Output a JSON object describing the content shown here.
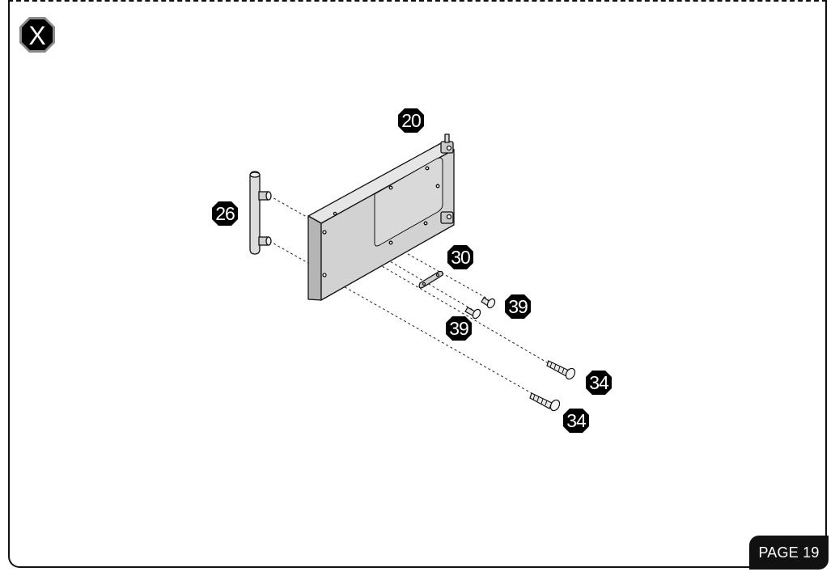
{
  "step": {
    "letter": "X"
  },
  "page": {
    "label": "PAGE 19"
  },
  "parts": [
    {
      "id": "door-panel",
      "callout": "20"
    },
    {
      "id": "handle",
      "callout": "26"
    },
    {
      "id": "plate",
      "callout": "30"
    },
    {
      "id": "short-screw-upper",
      "callout": "39"
    },
    {
      "id": "short-screw-lower",
      "callout": "39"
    },
    {
      "id": "long-screw-upper",
      "callout": "34"
    },
    {
      "id": "long-screw-lower",
      "callout": "34"
    }
  ],
  "colors": {
    "ink": "#111111",
    "panel_face": "#d2d2d2",
    "panel_edge": "#b5b5b5",
    "panel_top": "#e6e6e6",
    "badge_bg": "#000000",
    "badge_text": "#ffffff"
  }
}
